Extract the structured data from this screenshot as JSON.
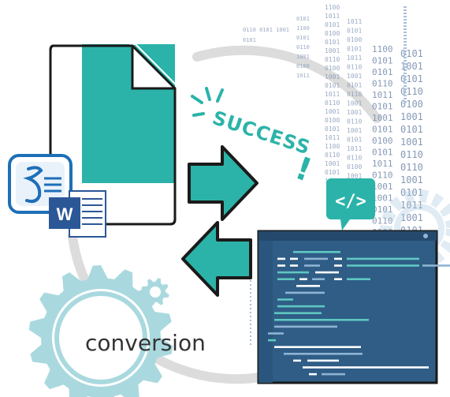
{
  "labels": {
    "success": "SUCCESS",
    "exclamation": "!",
    "conversion": "conversion",
    "code_badge": "</>",
    "word_letter": "W"
  },
  "binary_columns": [
    {
      "lines": [
        "0110 0101 1001",
        "0101"
      ]
    },
    {
      "lines": [
        "0101",
        "1100",
        "0101",
        "0110",
        "1001",
        "0100",
        "1011"
      ]
    },
    {
      "lines": [
        "1100",
        "1011",
        "0101",
        "0100",
        "0101",
        "1001",
        "0110",
        "0100",
        "1001",
        "0101",
        "1011",
        "0110",
        "1001",
        "0100",
        "0101",
        "1011",
        "1100",
        "0110",
        "1001",
        "0101",
        "1011"
      ]
    },
    {
      "lines": [
        "1011",
        "0101",
        "0100",
        "0101",
        "1011",
        "0110",
        "1001",
        "0101",
        "0110",
        "1001",
        "1001",
        "0110",
        "1001",
        "0101",
        "1011",
        "0110",
        "0100",
        "1001",
        "0110",
        "0101",
        "1011"
      ]
    },
    {
      "lines": [
        "1100",
        "0101",
        "0101",
        "0110",
        "1011",
        "0101",
        "1001",
        "0101",
        "0100",
        "0101",
        "1011",
        "0110",
        "1001",
        "1001",
        "0101",
        "0110",
        "0100",
        "1001",
        "0110",
        "0101"
      ]
    },
    {
      "lines": [
        "0101",
        "1001",
        "0101",
        "0110",
        "0100",
        "1001",
        "0101",
        "1001",
        "0110",
        "0110",
        "1001",
        "0101",
        "1011",
        "1001",
        "0101"
      ]
    }
  ],
  "colors": {
    "teal": "#2bb3a9",
    "teal_dark": "#1f8f86",
    "gear": "#a9d9df",
    "ring": "#d9d9d9",
    "editor_bg": "#2f5d86",
    "editor_top": "#2a4f74",
    "word_blue": "#2b5797"
  }
}
